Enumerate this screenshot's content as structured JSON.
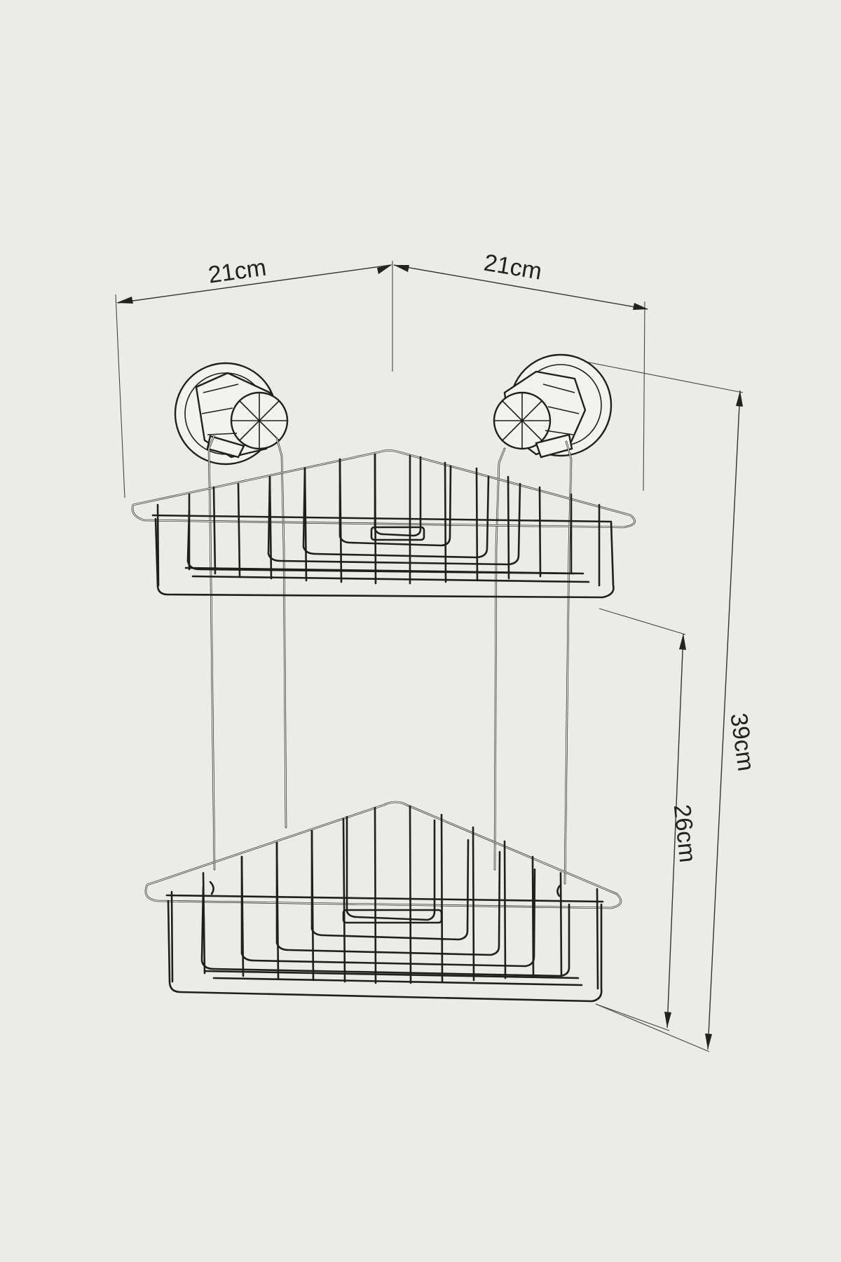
{
  "diagram": {
    "subject": "two-tier corner shower basket with suction mounts",
    "dimensions": {
      "width_left": "21cm",
      "width_right": "21cm",
      "height_total": "39cm",
      "height_between_tiers": "26cm"
    },
    "colors": {
      "background": "#ebebe7",
      "line": "#1f1f1f"
    }
  }
}
